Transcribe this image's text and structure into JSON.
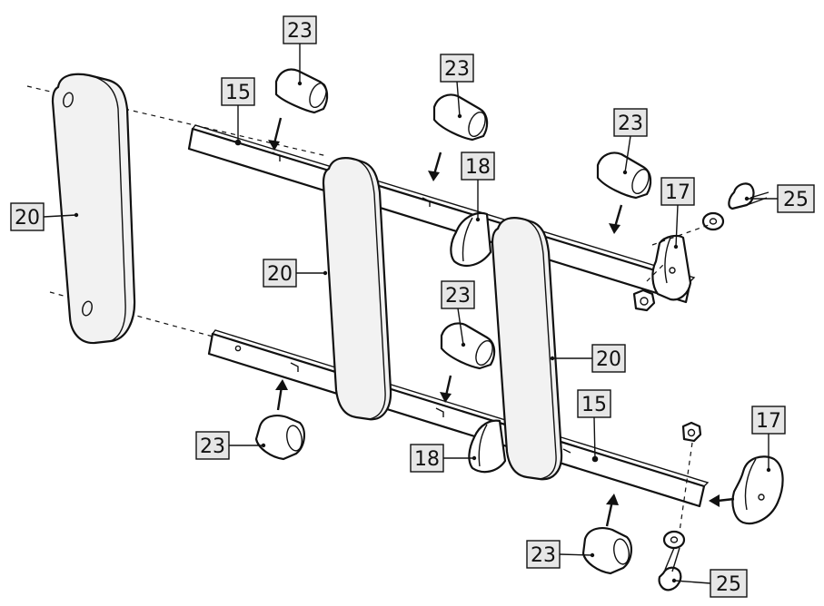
{
  "callouts": [
    {
      "id": "c23a",
      "label": "23"
    },
    {
      "id": "c23b",
      "label": "23"
    },
    {
      "id": "c23c",
      "label": "23"
    },
    {
      "id": "c23d",
      "label": "23"
    },
    {
      "id": "c23e",
      "label": "23"
    },
    {
      "id": "c23f",
      "label": "23"
    },
    {
      "id": "c15a",
      "label": "15"
    },
    {
      "id": "c15b",
      "label": "15"
    },
    {
      "id": "c20a",
      "label": "20"
    },
    {
      "id": "c20b",
      "label": "20"
    },
    {
      "id": "c20c",
      "label": "20"
    },
    {
      "id": "c18a",
      "label": "18"
    },
    {
      "id": "c18b",
      "label": "18"
    },
    {
      "id": "c17a",
      "label": "17"
    },
    {
      "id": "c17b",
      "label": "17"
    },
    {
      "id": "c25a",
      "label": "25"
    },
    {
      "id": "c25b",
      "label": "25"
    }
  ]
}
